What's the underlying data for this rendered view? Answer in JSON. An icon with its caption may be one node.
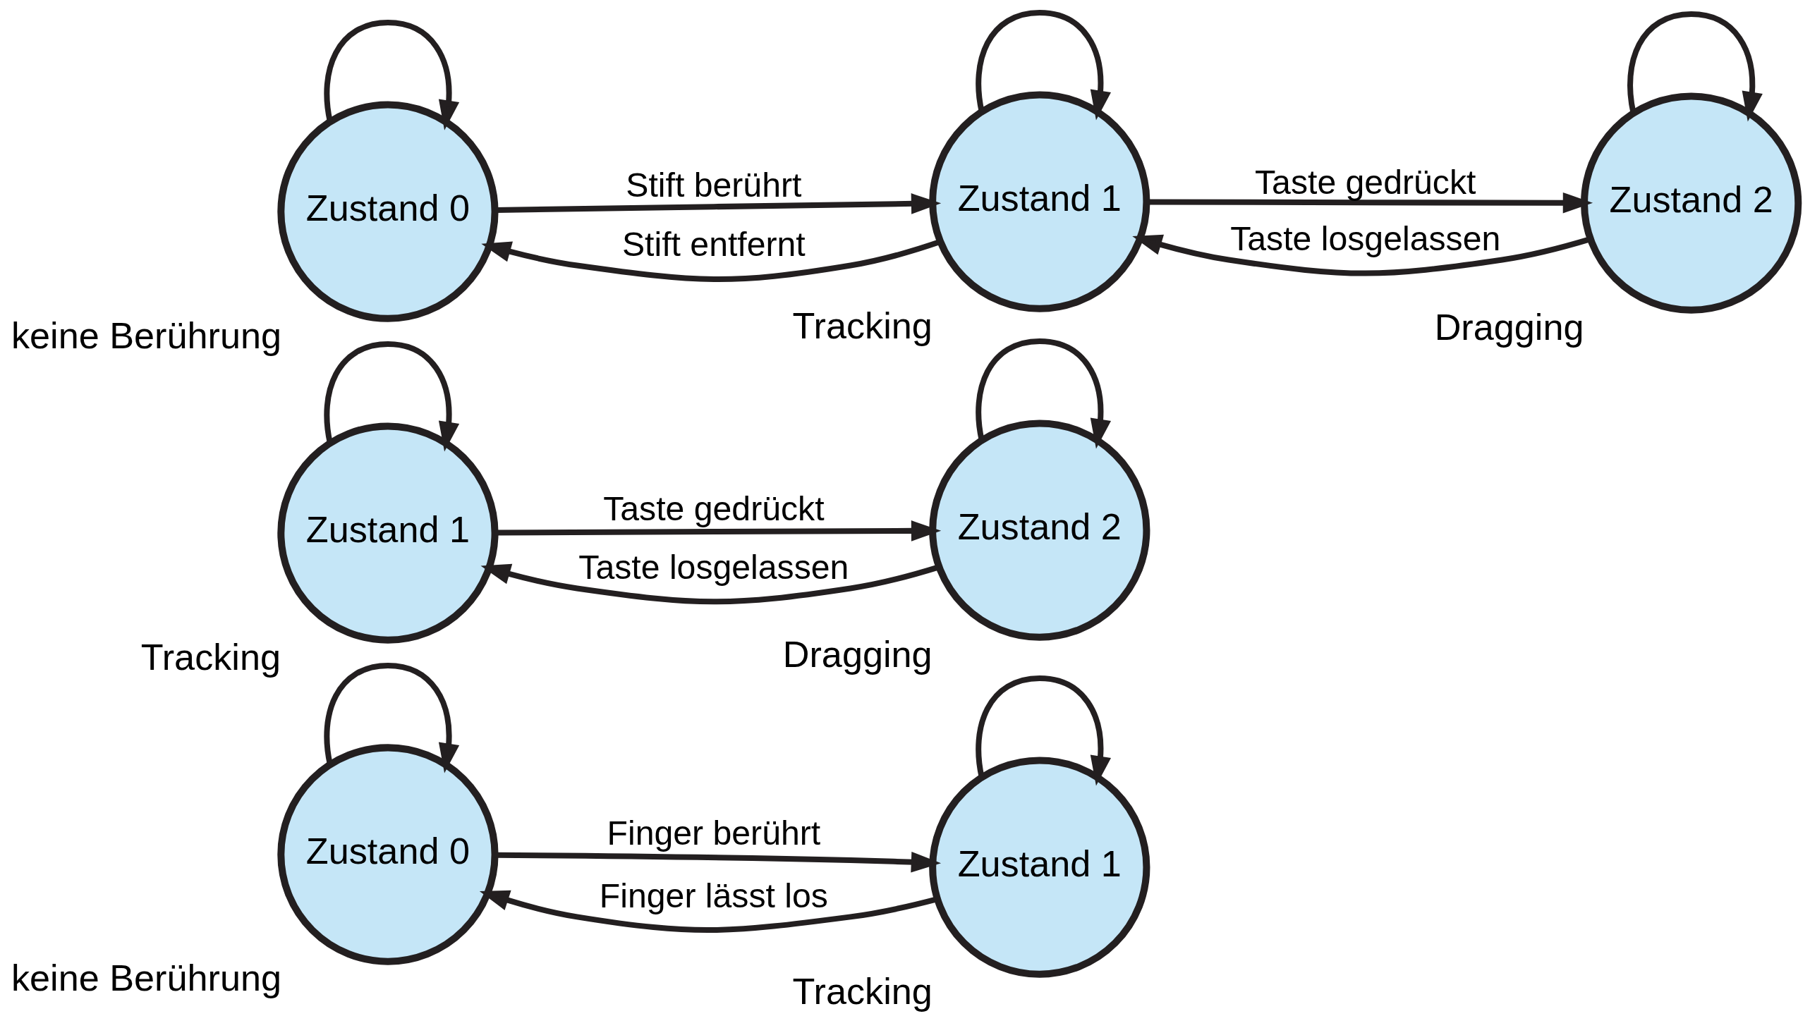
{
  "diagram": {
    "nodes": [
      {
        "text": [
          "Zustand 0"
        ],
        "beside": [
          "keine Berührung"
        ]
      },
      {
        "text": [
          "Zustand 1"
        ],
        "beside": [
          "Tracking"
        ]
      },
      {
        "text": [
          "Zustand 1"
        ],
        "beside": [
          "Tracking"
        ]
      },
      {
        "text": [
          "Zustand 2"
        ],
        "beside": [
          "Dragging"
        ]
      },
      {
        "text": [
          "Zustand 0"
        ],
        "beside": [
          "keine Berührung"
        ]
      },
      {
        "text": [
          "Zustand 1"
        ],
        "beside": [
          "Tracking"
        ]
      },
      {
        "text": [
          "Zustand 2"
        ],
        "beside": [
          "Dragging"
        ]
      }
    ],
    "edges": [
      {
        "from": 0,
        "to": 0,
        "arrow": "to"
      },
      {
        "from": 1,
        "to": 1,
        "arrow": "to"
      },
      {
        "from": 0,
        "to": 1,
        "label": "Finger berührt",
        "arrow": "to"
      },
      {
        "from": 1,
        "to": 0,
        "label": "Finger lässt los",
        "arrow": "to"
      },
      {
        "from": 2,
        "to": 2,
        "arrow": "to"
      },
      {
        "from": 3,
        "to": 3,
        "arrow": "to"
      },
      {
        "from": 2,
        "to": 3,
        "label": "Taste gedrückt",
        "arrow": "to"
      },
      {
        "from": 3,
        "to": 2,
        "label": "Taste losgelassen",
        "arrow": "to"
      },
      {
        "from": 4,
        "to": 4,
        "arrow": "to"
      },
      {
        "from": 5,
        "to": 5,
        "arrow": "to"
      },
      {
        "from": 6,
        "to": 6,
        "arrow": "to"
      },
      {
        "from": 4,
        "to": 5,
        "label": "Stift berührt",
        "arrow": "to"
      },
      {
        "from": 5,
        "to": 4,
        "label": "Stift entfernt",
        "arrow": "to"
      },
      {
        "from": 5,
        "to": 6,
        "label": "Taste gedrückt",
        "arrow": "to"
      },
      {
        "from": 6,
        "to": 5,
        "label": "Taste losgelassen",
        "arrow": "to"
      }
    ]
  }
}
